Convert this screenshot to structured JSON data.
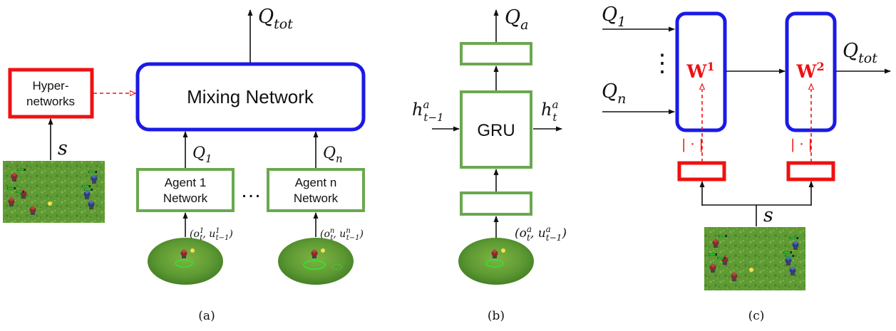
{
  "panel_a": {
    "hyper_line1": "Hyper-",
    "hyper_line2": "networks",
    "mixing_label": "Mixing Network",
    "q_tot": {
      "base": "Q",
      "sub": "tot"
    },
    "state": "s",
    "q1": {
      "base": "Q",
      "sub": "1"
    },
    "qn": {
      "base": "Q",
      "sub": "n"
    },
    "agent1_line1": "Agent 1",
    "agent1_line2": "Network",
    "agentn_line1": "Agent n",
    "agentn_line2": "Network",
    "ellipsis": "…",
    "input1": {
      "o": "o",
      "o_sup": "1",
      "u": "u",
      "u_sup": "1",
      "t": "t",
      "tm1": "t−1"
    },
    "inputn": {
      "o": "o",
      "o_sup": "n",
      "u": "u",
      "u_sup": "n",
      "t": "t",
      "tm1": "t−1"
    },
    "caption": "(a)"
  },
  "panel_b": {
    "gru_label": "GRU",
    "q_a": {
      "base": "Q",
      "sub": "a"
    },
    "h_in": {
      "base": "h",
      "sup": "a",
      "sub": "t−1"
    },
    "h_out": {
      "base": "h",
      "sup": "a",
      "sub": "t"
    },
    "input": {
      "o": "o",
      "o_sup": "a",
      "u": "u",
      "u_sup": "a",
      "t": "t",
      "tm1": "t−1"
    },
    "caption": "(b)"
  },
  "panel_c": {
    "q1": {
      "base": "Q",
      "sub": "1"
    },
    "qn": {
      "base": "Q",
      "sub": "n"
    },
    "vdots": "⋮",
    "w1": {
      "base": "W",
      "sup": "1"
    },
    "w2": {
      "base": "W",
      "sup": "2"
    },
    "q_tot": {
      "base": "Q",
      "sub": "tot"
    },
    "abs1": "| · |",
    "abs2": "| · |",
    "state": "s",
    "caption": "(c)"
  },
  "colors": {
    "red": "#ee1111",
    "blue": "#1a1ae6",
    "green": "#6aa84f",
    "black": "#111111"
  }
}
